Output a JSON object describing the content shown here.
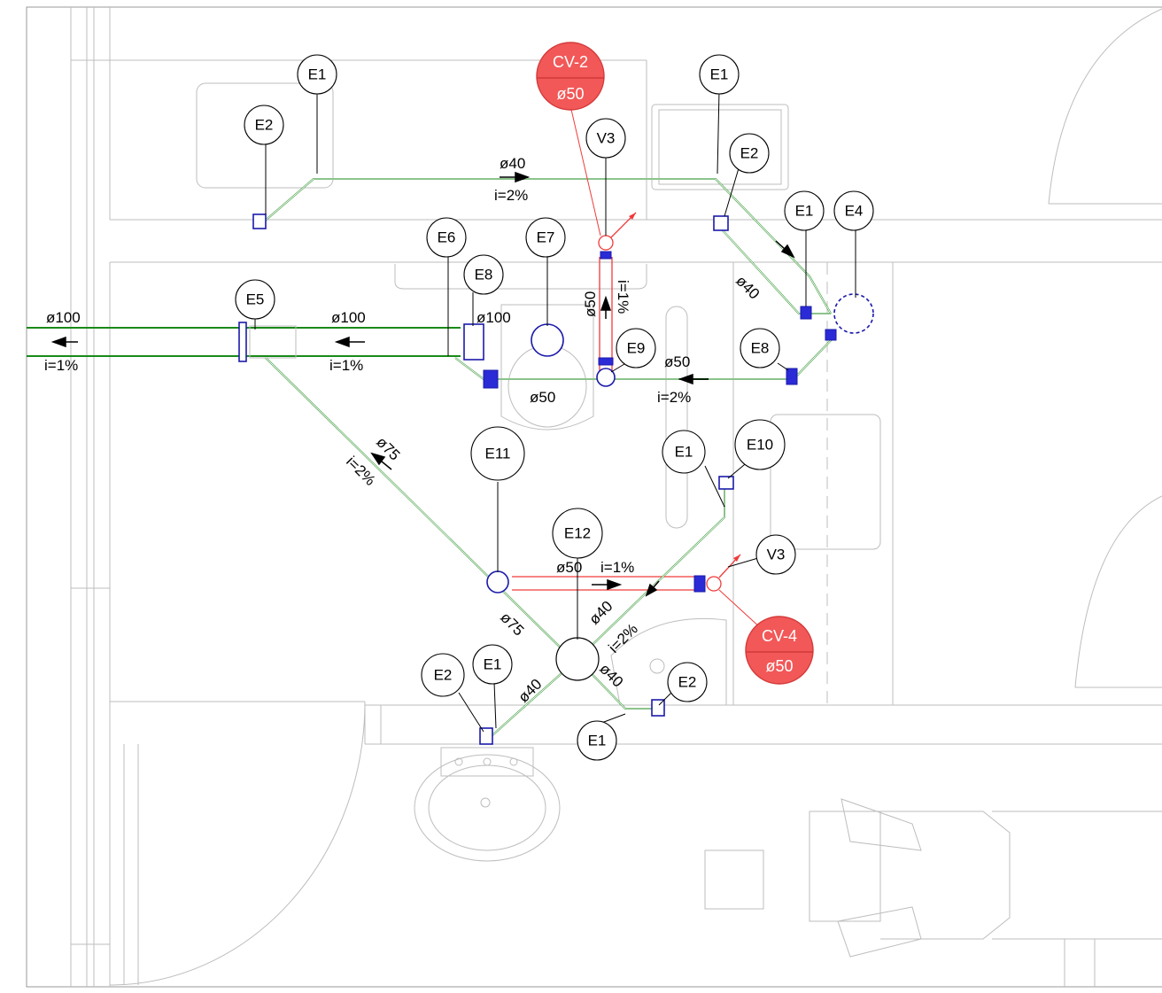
{
  "labels": {
    "e1": "E1",
    "e2": "E2",
    "e4": "E4",
    "e5": "E5",
    "e6": "E6",
    "e7": "E7",
    "e8": "E8",
    "e9": "E9",
    "e10": "E10",
    "e11": "E11",
    "e12": "E12",
    "v3": "V3"
  },
  "vents": [
    {
      "top": "CV-2",
      "bottom": "ø50"
    },
    {
      "top": "CV-4",
      "bottom": "ø50"
    }
  ],
  "pipe_labels": {
    "d100": "ø100",
    "d75": "ø75",
    "d50": "ø50",
    "d40": "ø40",
    "s1": "i=1%",
    "s2": "i=2%"
  },
  "colors": {
    "pipe": "#1a8a1a",
    "fitting": "#1a1aaa",
    "vent": "#f03a3a",
    "vent_fill": "#f25858"
  }
}
